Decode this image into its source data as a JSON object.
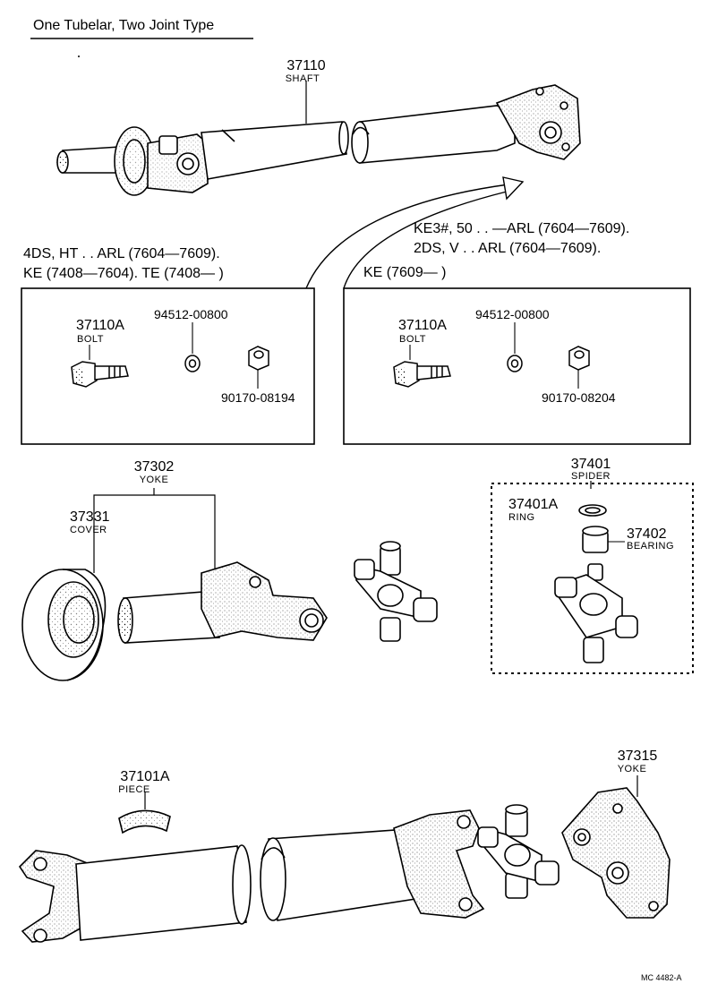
{
  "diagram": {
    "title": "One Tubelar, Two Joint Type",
    "footer_code": "MC 4482-A",
    "applications": {
      "left": [
        "4DS, HT . . ARL (7604—7609).",
        "KE (7408—7604). TE (7408—          )"
      ],
      "right": [
        "KE3#, 50 . . —ARL (7604—7609).",
        "2DS, V . . ARL (7604—7609).",
        "KE (7609—          )"
      ]
    },
    "parts": {
      "shaft": {
        "number": "37110",
        "name": "SHAFT"
      },
      "bolt_left": {
        "number": "37110A",
        "name": "BOLT"
      },
      "washer_left": {
        "number": "94512-00800"
      },
      "nut_left": {
        "number": "90170-08194"
      },
      "bolt_right": {
        "number": "37110A",
        "name": "BOLT"
      },
      "washer_right": {
        "number": "94512-00800"
      },
      "nut_right": {
        "number": "90170-08204"
      },
      "yoke_sleeve": {
        "number": "37302",
        "name": "YOKE"
      },
      "cover": {
        "number": "37331",
        "name": "COVER"
      },
      "spider": {
        "number": "37401",
        "name": "SPIDER"
      },
      "ring": {
        "number": "37401A",
        "name": "RING"
      },
      "bearing": {
        "number": "37402",
        "name": "BEARING"
      },
      "piece": {
        "number": "37101A",
        "name": "PIECE"
      },
      "yoke_flange": {
        "number": "37315",
        "name": "YOKE"
      }
    }
  }
}
